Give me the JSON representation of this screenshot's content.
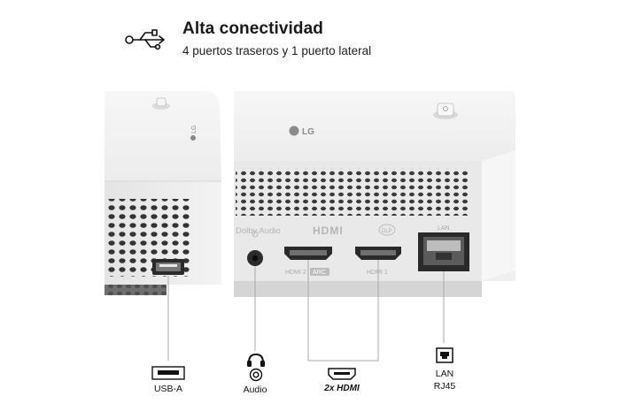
{
  "header": {
    "title": "Alta conectividad",
    "subtitle": "4 puertos traseros y 1 puerto lateral",
    "icon": "usb-icon"
  },
  "device": {
    "brand_logo": "LG",
    "panel_markings": {
      "dolby": "Dolby Audio",
      "hdmi_logo": "HDMI",
      "dlp": "DLP",
      "hdmi2_label": "HDMI 2",
      "arc_badge": "ARC",
      "hdmi1_label": "HDMI 1",
      "lan_label": "LAN"
    }
  },
  "ports": [
    {
      "icon": "usb-a-port-icon",
      "label": "USB-A"
    },
    {
      "icon": "headphones-icon",
      "label": "Audio"
    },
    {
      "icon": "hdmi-port-icon",
      "label": "2x HDMI"
    },
    {
      "icon": "ethernet-port-icon",
      "label": "LAN\nRJ45"
    }
  ],
  "colors": {
    "device_body": "#f1f1f1",
    "panel": "#e6e6e6",
    "accent_line": "#9a9a9a",
    "text": "#1a1a1a"
  }
}
